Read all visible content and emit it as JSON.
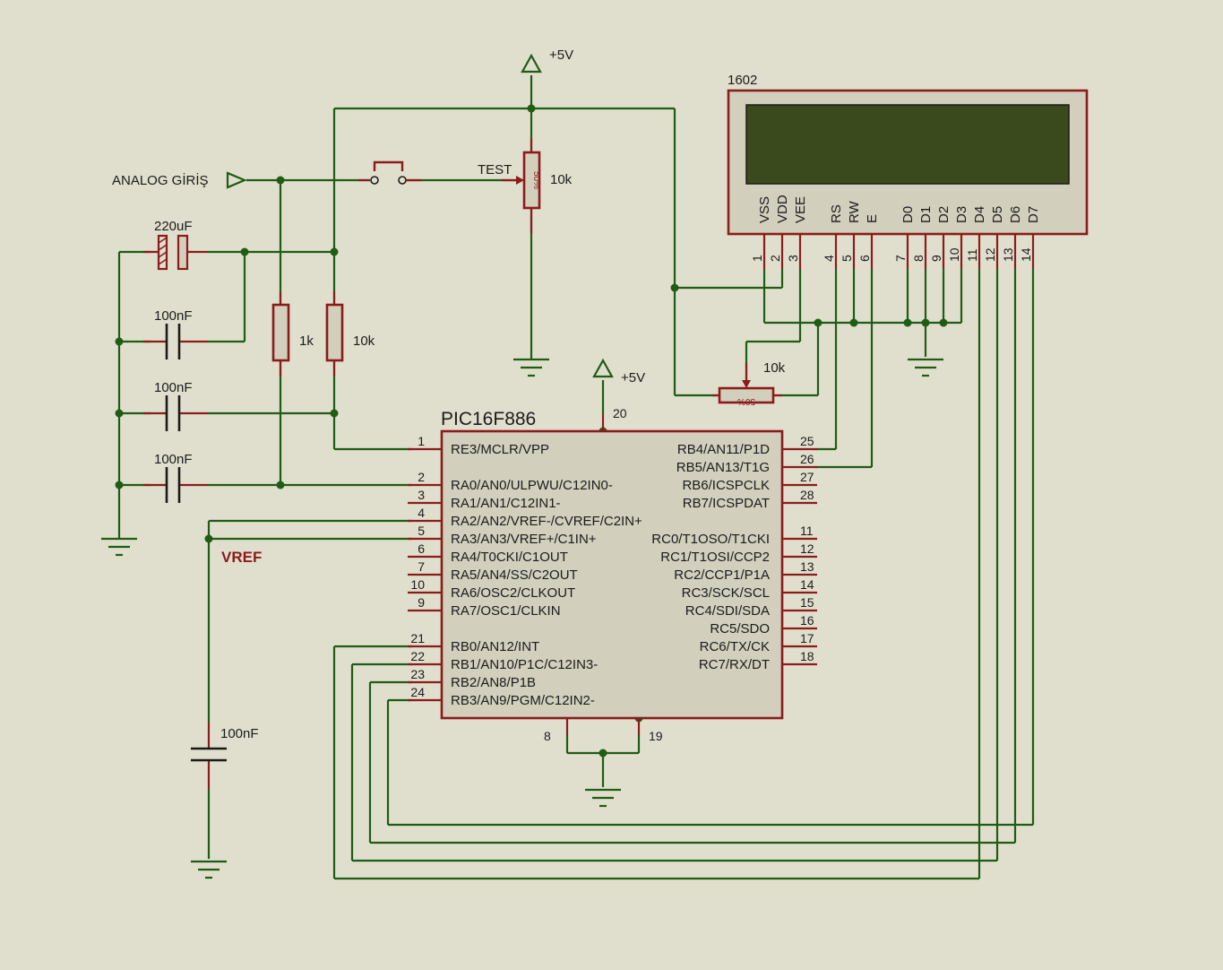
{
  "power": {
    "vcc_label": "+5V"
  },
  "input": {
    "label": "ANALOG GİRİŞ"
  },
  "switch": {
    "label": "TEST"
  },
  "pot": {
    "value": "10k",
    "wiper": "50%"
  },
  "caps": {
    "electrolytic": "220uF",
    "c1": "100nF",
    "c2": "100nF",
    "c3": "100nF",
    "vref_cap": "100nF"
  },
  "resistors": {
    "r1": "1k",
    "r2": "10k"
  },
  "contrast_pot": {
    "value": "10k",
    "wiper": "50%"
  },
  "net_label": "VREF",
  "lcd": {
    "name": "1602",
    "pins": [
      {
        "name": "VSS",
        "num": "1"
      },
      {
        "name": "VDD",
        "num": "2"
      },
      {
        "name": "VEE",
        "num": "3"
      },
      {
        "name": "RS",
        "num": "4"
      },
      {
        "name": "RW",
        "num": "5"
      },
      {
        "name": "E",
        "num": "6"
      },
      {
        "name": "D0",
        "num": "7"
      },
      {
        "name": "D1",
        "num": "8"
      },
      {
        "name": "D2",
        "num": "9"
      },
      {
        "name": "D3",
        "num": "10"
      },
      {
        "name": "D4",
        "num": "11"
      },
      {
        "name": "D5",
        "num": "12"
      },
      {
        "name": "D6",
        "num": "13"
      },
      {
        "name": "D7",
        "num": "14"
      }
    ]
  },
  "mcu": {
    "name": "PIC16F886",
    "vdd_pin": "20",
    "gnd_pins": [
      "8",
      "19"
    ],
    "left_pins": [
      {
        "num": "1",
        "name": "RE3/MCLR/VPP"
      },
      {
        "num": "2",
        "name": "RA0/AN0/ULPWU/C12IN0-"
      },
      {
        "num": "3",
        "name": "RA1/AN1/C12IN1-"
      },
      {
        "num": "4",
        "name": "RA2/AN2/VREF-/CVREF/C2IN+"
      },
      {
        "num": "5",
        "name": "RA3/AN3/VREF+/C1IN+"
      },
      {
        "num": "6",
        "name": "RA4/T0CKI/C1OUT"
      },
      {
        "num": "7",
        "name": "RA5/AN4/SS/C2OUT"
      },
      {
        "num": "10",
        "name": "RA6/OSC2/CLKOUT"
      },
      {
        "num": "9",
        "name": "RA7/OSC1/CLKIN"
      },
      {
        "num": "21",
        "name": "RB0/AN12/INT"
      },
      {
        "num": "22",
        "name": "RB1/AN10/P1C/C12IN3-"
      },
      {
        "num": "23",
        "name": "RB2/AN8/P1B"
      },
      {
        "num": "24",
        "name": "RB3/AN9/PGM/C12IN2-"
      }
    ],
    "right_pins": [
      {
        "num": "25",
        "name": "RB4/AN11/P1D"
      },
      {
        "num": "26",
        "name": "RB5/AN13/T1G"
      },
      {
        "num": "27",
        "name": "RB6/ICSPCLK"
      },
      {
        "num": "28",
        "name": "RB7/ICSPDAT"
      },
      {
        "num": "11",
        "name": "RC0/T1OSO/T1CKI"
      },
      {
        "num": "12",
        "name": "RC1/T1OSI/CCP2"
      },
      {
        "num": "13",
        "name": "RC2/CCP1/P1A"
      },
      {
        "num": "14",
        "name": "RC3/SCK/SCL"
      },
      {
        "num": "15",
        "name": "RC4/SDI/SDA"
      },
      {
        "num": "16",
        "name": "RC5/SDO"
      },
      {
        "num": "17",
        "name": "RC6/TX/CK"
      },
      {
        "num": "18",
        "name": "RC7/RX/DT"
      }
    ]
  }
}
